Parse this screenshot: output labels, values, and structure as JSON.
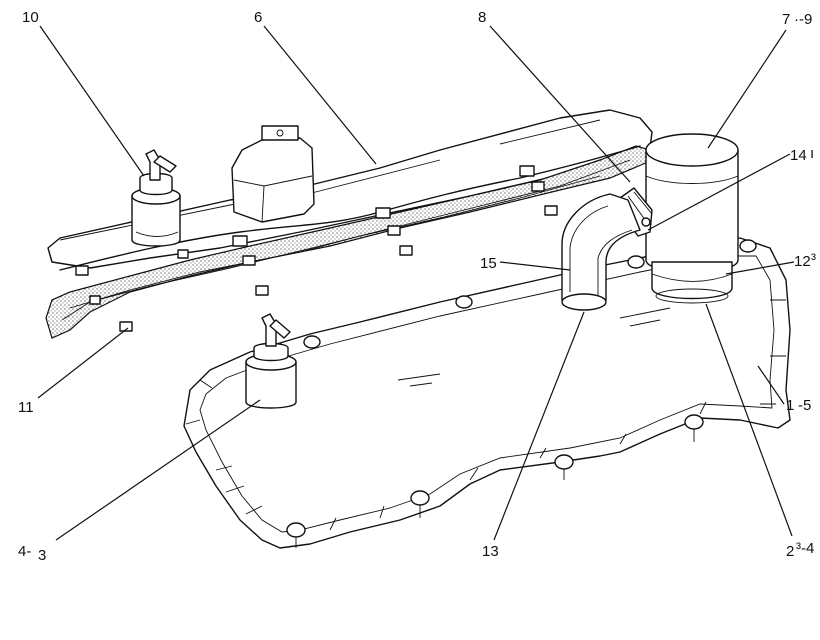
{
  "labels": {
    "l10": "10",
    "l6": "6",
    "l8": "8",
    "l7": "7",
    "l7b": "·-9",
    "l14": "14",
    "l14b": "ı",
    "l15": "15",
    "l12": "12",
    "l12b": "³",
    "l11": "11",
    "l1": "1",
    "l1b": "-5",
    "l4": "4-",
    "l4b": "3",
    "l13": "13",
    "l2": "2",
    "l2b": "³-4"
  }
}
